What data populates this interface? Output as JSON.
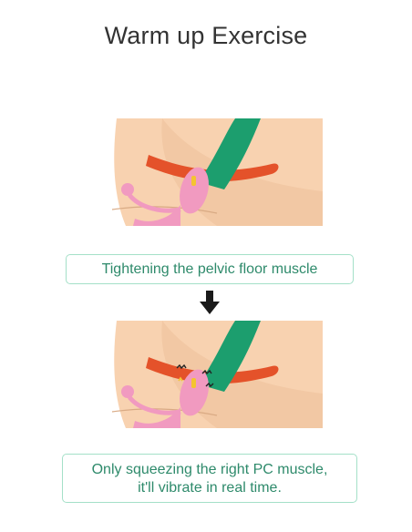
{
  "title": "Warm up Exercise",
  "caption_top": "Tightening the pelvic floor muscle",
  "caption_bottom": {
    "line1": "Only squeezing the right PC muscle,",
    "line2": "it'll vibrate in real time."
  },
  "colors": {
    "skin": "#f8d2b0",
    "skin_dark": "#f2c8a4",
    "muscle": "#e4522a",
    "organ_green": "#1c9e6e",
    "device_pink": "#f19ac0",
    "accent_yellow": "#f4c430",
    "caption_border": "#a4e0c8",
    "caption_text": "#2e8a6b"
  },
  "icons": {
    "arrow": "down-arrow-icon",
    "vibration": "vibration-icon"
  }
}
